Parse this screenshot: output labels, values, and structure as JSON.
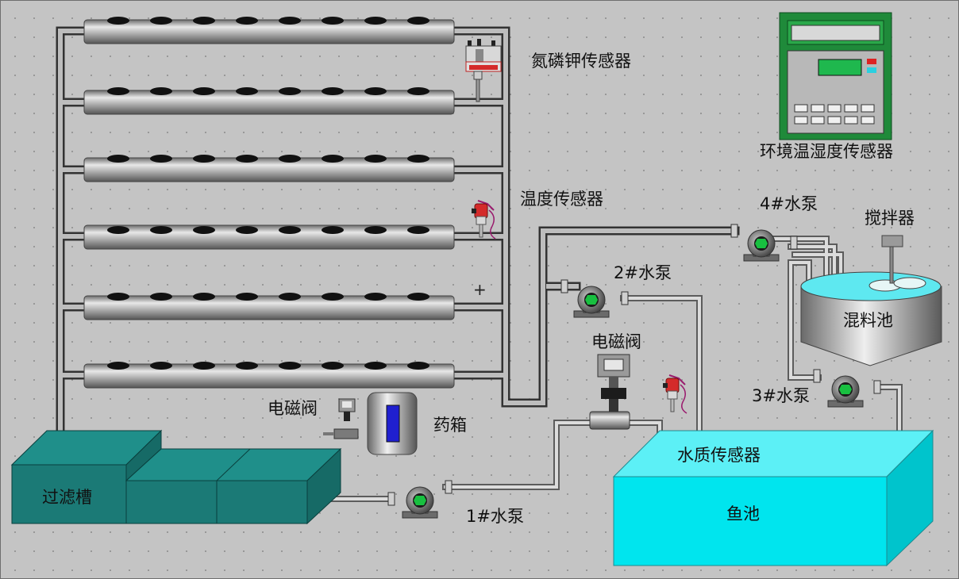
{
  "labels": {
    "npk_sensor": "氮磷钾传感器",
    "temperature_sensor": "温度传感器",
    "env_sensor": "环境温湿度传感器",
    "pump4": "4#水泵",
    "mixer": "搅拌器",
    "pump2": "2#水泵",
    "mixing_tank": "混料池",
    "valve_main": "电磁阀",
    "pump3": "3#水泵",
    "valve_dosing": "电磁阀",
    "medicine_box": "药箱",
    "water_quality_sensor": "水质传感器",
    "filter_tank": "过滤槽",
    "pump1": "1#水泵",
    "fish_pond": "鱼池",
    "cursor": "+"
  },
  "colors": {
    "background": "#c4c4c4",
    "pipe": "#a8a8a8",
    "filter_tank": "#1b7a76",
    "fish_pond": "#00e5ee",
    "mixing_water": "#5ee8f0",
    "env_panel": "#1f8a3a",
    "lcd": "#1fb84e",
    "pump_core": "#18c040"
  },
  "icons": [
    "hydroponic-tube",
    "pump-icon",
    "solenoid-valve-icon",
    "npk-sensor-icon",
    "temperature-probe-icon",
    "mixer-icon",
    "env-controller-icon"
  ]
}
